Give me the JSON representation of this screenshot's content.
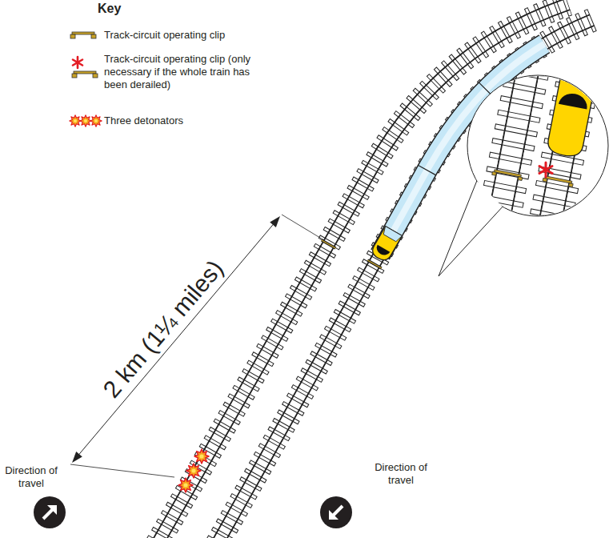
{
  "diagram": {
    "labels": [
      "Key",
      "2 km (1¼ miles)",
      "Direction of travel",
      "Direction of travel"
    ],
    "legend": [
      {
        "text": "Track-circuit operating clip"
      },
      {
        "text": "Track-circuit operating clip (only necessary if the whole train has been derailed)"
      },
      {
        "text": "Three detonators"
      }
    ]
  }
}
